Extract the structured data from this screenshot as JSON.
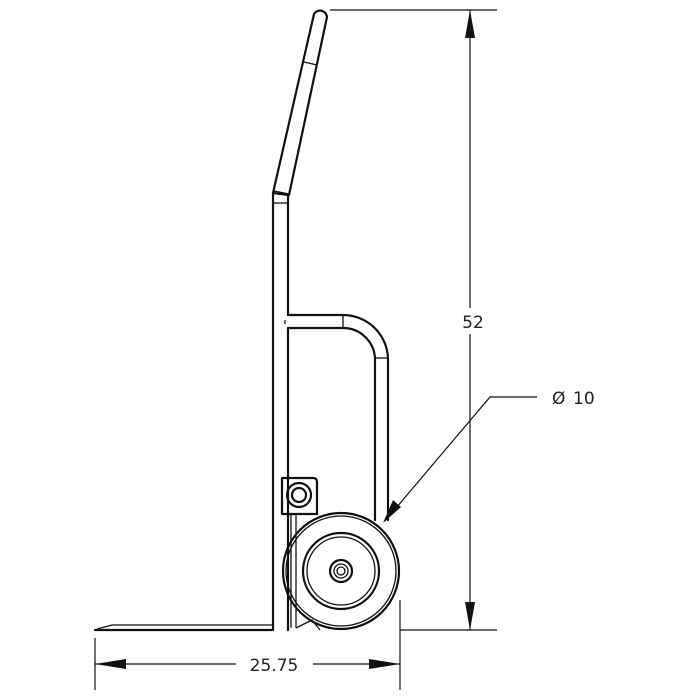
{
  "drawing": {
    "subject": "hand truck side view",
    "colors": {
      "line": "#111111",
      "background": "#ffffff"
    }
  },
  "dimensions": {
    "height": {
      "label": "52"
    },
    "wheel_diameter": {
      "symbol": "Ø",
      "value": "10"
    },
    "depth": {
      "label": "25.75"
    }
  }
}
